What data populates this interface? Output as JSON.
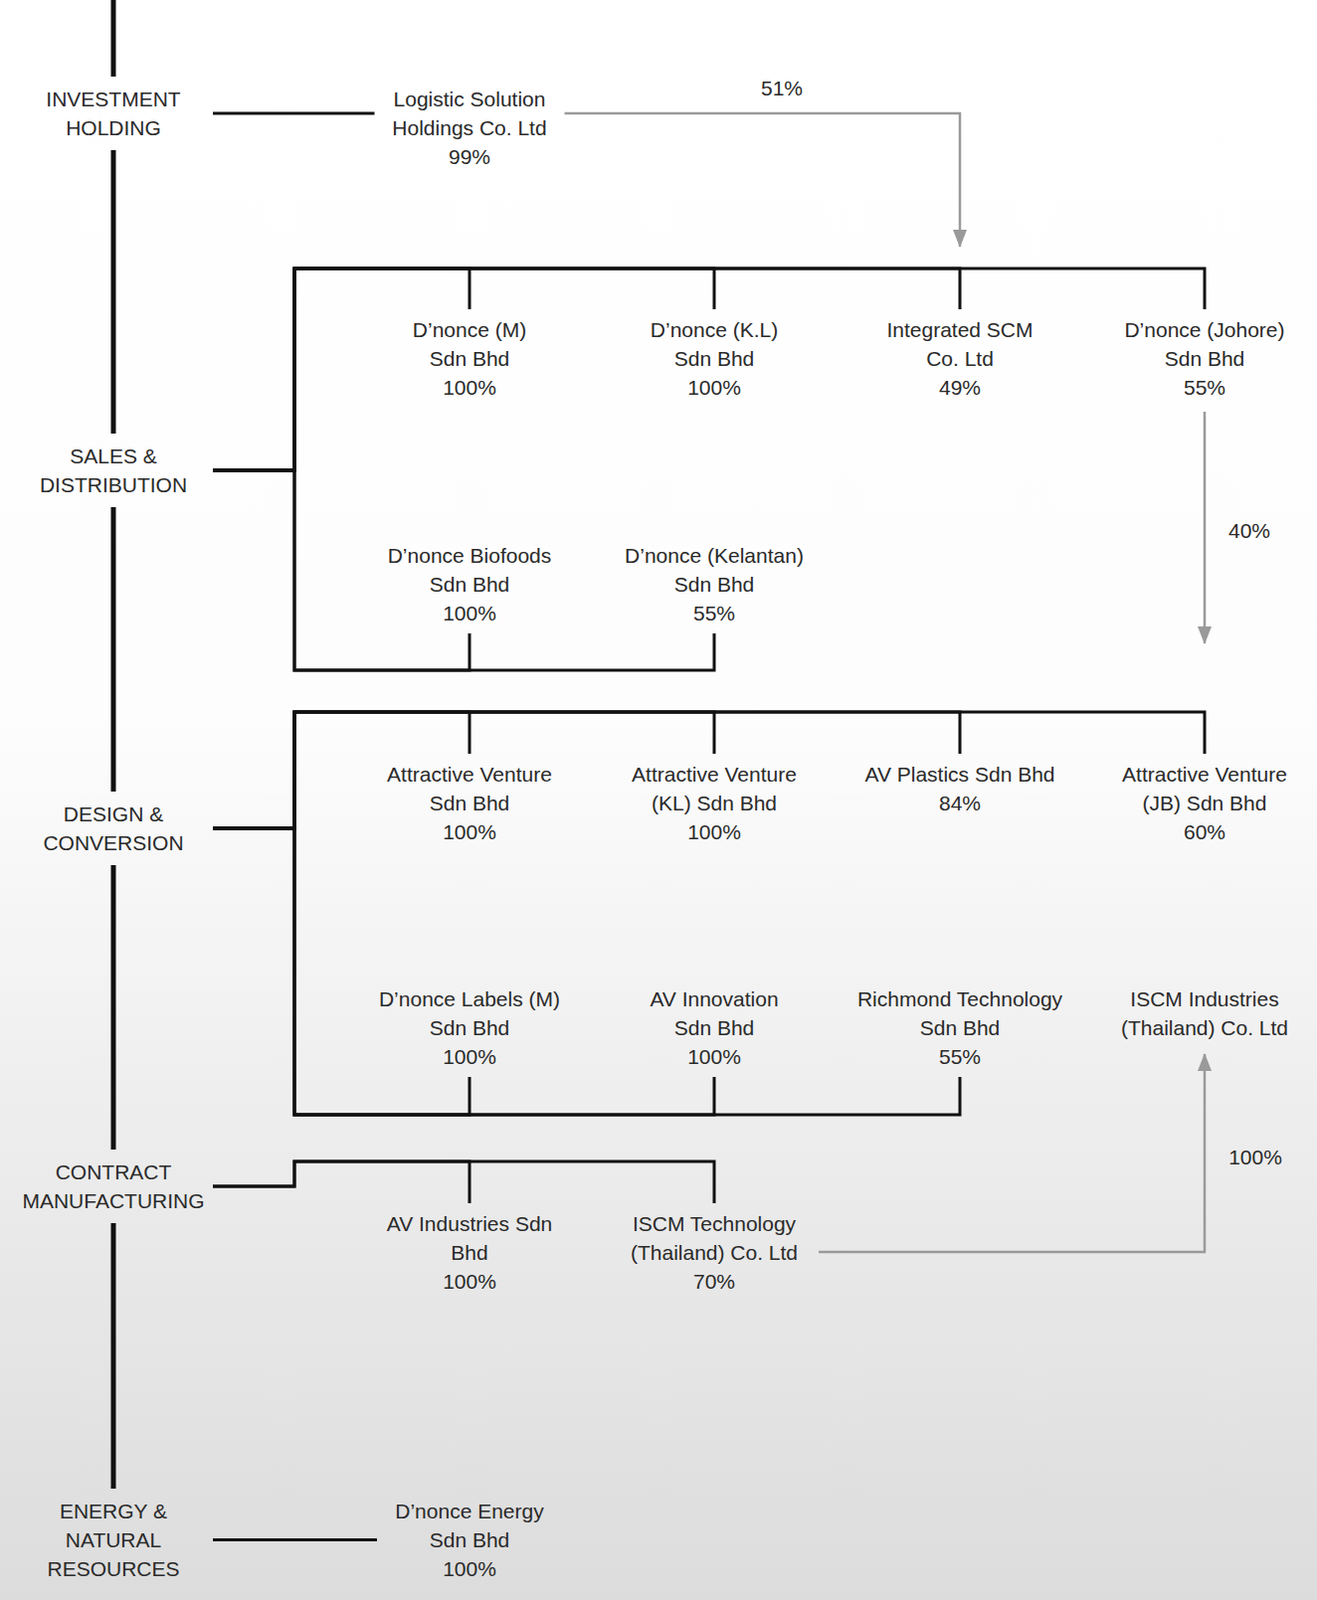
{
  "diagram": {
    "nodes": [
      {
        "text": [
          "INVESTMENT HOLDING"
        ]
      },
      {
        "text": [
          "Logistic Solution Holdings Co. Ltd",
          "99%"
        ]
      },
      {
        "text": [
          "SALES & DISTRIBUTION"
        ]
      },
      {
        "text": [
          "D’nonce (M) Sdn Bhd",
          "100%"
        ]
      },
      {
        "text": [
          "D’nonce (K.L) Sdn Bhd",
          "100%"
        ]
      },
      {
        "text": [
          "Integrated SCM Co. Ltd",
          "49%"
        ]
      },
      {
        "text": [
          "D’nonce (Johore) Sdn Bhd",
          "55%"
        ]
      },
      {
        "text": [
          "D’nonce Biofoods Sdn Bhd",
          "100%"
        ]
      },
      {
        "text": [
          "D’nonce (Kelantan) Sdn Bhd",
          "55%"
        ]
      },
      {
        "text": [
          "DESIGN & CONVERSION"
        ]
      },
      {
        "text": [
          "Attractive Venture Sdn Bhd",
          "100%"
        ]
      },
      {
        "text": [
          "Attractive Venture (KL) Sdn Bhd",
          "100%"
        ]
      },
      {
        "text": [
          "AV Plastics Sdn Bhd",
          "84%"
        ]
      },
      {
        "text": [
          "Attractive Venture (JB) Sdn Bhd",
          "60%"
        ]
      },
      {
        "text": [
          "D’nonce Labels (M) Sdn Bhd",
          "100%"
        ]
      },
      {
        "text": [
          "AV Innovation Sdn Bhd",
          "100%"
        ]
      },
      {
        "text": [
          "Richmond Technology Sdn Bhd",
          "55%"
        ]
      },
      {
        "text": [
          "ISCM Industries (Thailand) Co. Ltd"
        ]
      },
      {
        "text": [
          "CONTRACT MANUFACTURING"
        ]
      },
      {
        "text": [
          "AV Industries Sdn Bhd",
          "100%"
        ]
      },
      {
        "text": [
          "ISCM Technology (Thailand) Co. Ltd",
          "70%"
        ]
      },
      {
        "text": [
          "ENERGY & NATURAL RESOURCES"
        ]
      },
      {
        "text": [
          "D’nonce Energy Sdn Bhd",
          "100%"
        ]
      }
    ],
    "edges": [
      {
        "from": 0,
        "to": 2,
        "arrow": "none"
      },
      {
        "from": 2,
        "to": 9,
        "arrow": "none"
      },
      {
        "from": 9,
        "to": 18,
        "arrow": "none"
      },
      {
        "from": 18,
        "to": 21,
        "arrow": "none"
      },
      {
        "from": 0,
        "to": 1,
        "arrow": "none"
      },
      {
        "from": 2,
        "to": 3,
        "arrow": "none"
      },
      {
        "from": 2,
        "to": 4,
        "arrow": "none"
      },
      {
        "from": 2,
        "to": 5,
        "arrow": "none"
      },
      {
        "from": 2,
        "to": 6,
        "arrow": "none"
      },
      {
        "from": 2,
        "to": 7,
        "arrow": "none"
      },
      {
        "from": 2,
        "to": 8,
        "arrow": "none"
      },
      {
        "from": 9,
        "to": 10,
        "arrow": "none"
      },
      {
        "from": 9,
        "to": 11,
        "arrow": "none"
      },
      {
        "from": 9,
        "to": 12,
        "arrow": "none"
      },
      {
        "from": 9,
        "to": 13,
        "arrow": "none"
      },
      {
        "from": 9,
        "to": 14,
        "arrow": "none"
      },
      {
        "from": 9,
        "to": 15,
        "arrow": "none"
      },
      {
        "from": 9,
        "to": 16,
        "arrow": "none"
      },
      {
        "from": 18,
        "to": 19,
        "arrow": "none"
      },
      {
        "from": 18,
        "to": 20,
        "arrow": "none"
      },
      {
        "from": 21,
        "to": 22,
        "arrow": "none"
      },
      {
        "from": 1,
        "to": 5,
        "label": "51%",
        "arrow": "to"
      },
      {
        "from": 6,
        "to": 13,
        "label": "40%",
        "arrow": "to"
      },
      {
        "from": 20,
        "to": 17,
        "label": "100%",
        "arrow": "to"
      }
    ]
  }
}
